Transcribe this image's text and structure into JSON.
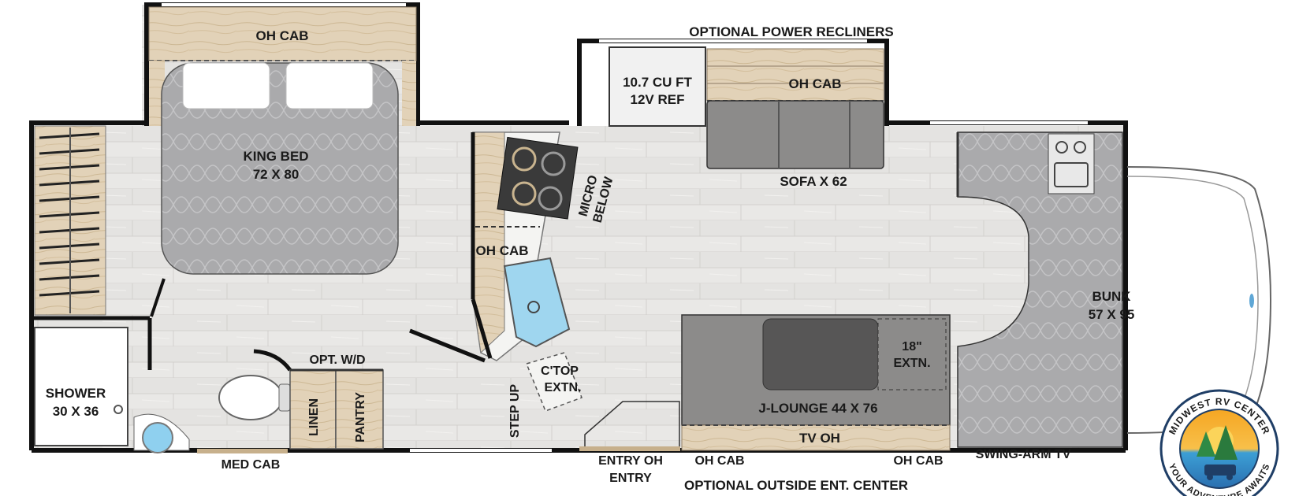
{
  "floorplan": {
    "bedroom": {
      "oh_cab": "OH CAB",
      "bed_name": "KING BED",
      "bed_size": "72 X 80"
    },
    "bath": {
      "shower_name": "SHOWER",
      "shower_size": "30 X 36",
      "med_cab": "MED CAB",
      "washer_dryer": "OPT. W/D",
      "linen": "LINEN",
      "pantry": "PANTRY"
    },
    "kitchen": {
      "micro_line1": "MICRO",
      "micro_line2": "BELOW",
      "oh_cab": "OH CAB",
      "counter_line1": "C'TOP",
      "counter_line2": "EXTN.",
      "step_up": "STEP UP",
      "ref_line1": "10.7 CU FT",
      "ref_line2": "12V REF"
    },
    "living": {
      "recliners_note": "OPTIONAL POWER RECLINERS",
      "oh_cab": "OH CAB",
      "sofa": "SOFA X 62",
      "extension_line1": "18\"",
      "extension_line2": "EXTN.",
      "lounge": "J-LOUNGE 44 X 76",
      "tv_oh": "TV OH",
      "oh_cab_left": "OH CAB",
      "oh_cab_right": "OH CAB",
      "entry_oh": "ENTRY OH",
      "entry": "ENTRY",
      "outside_ent": "OPTIONAL OUTSIDE ENT. CENTER"
    },
    "cab": {
      "bunk_name": "BUNK",
      "bunk_size": "57 X 95",
      "swing_tv": "SWING-ARM TV"
    },
    "logo": {
      "top_text": "MIDWEST RV CENTER",
      "bottom_text": "YOUR ADVENTURE AWAITS"
    }
  }
}
